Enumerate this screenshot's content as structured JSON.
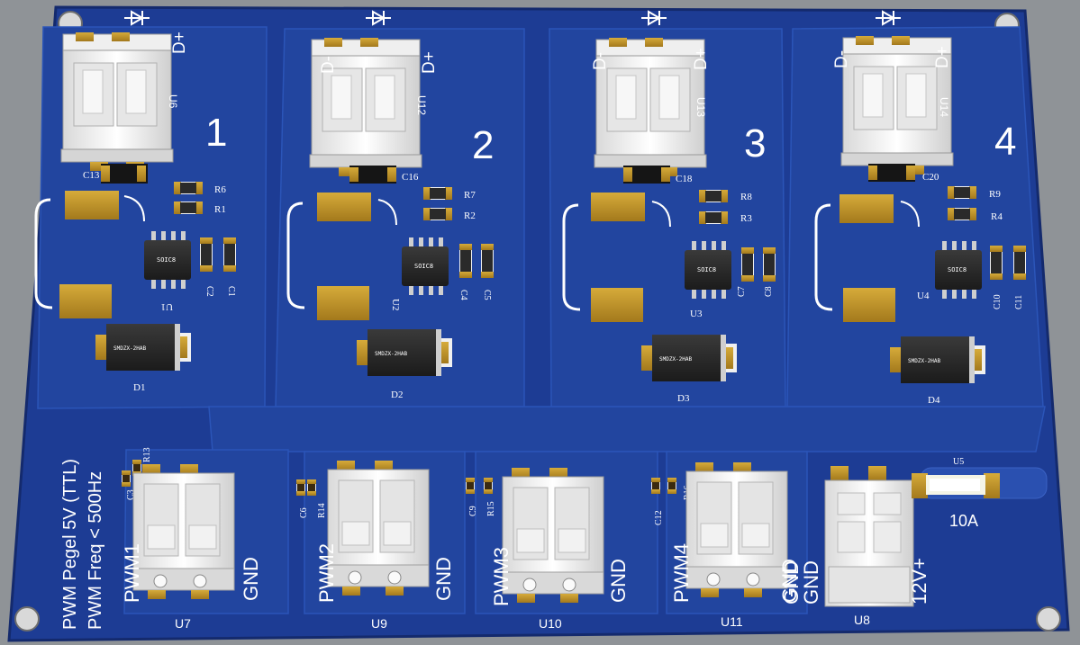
{
  "channels": [
    {
      "number": "1",
      "reg": "U6",
      "dminus": "",
      "dplus": "D+",
      "cap_top": "C13",
      "r_a": "R6",
      "r_b": "R1",
      "ic": "U1",
      "ic_label": "SOIC8",
      "c_a": "C2",
      "c_b": "C1",
      "diode": "D1",
      "diode_mark": "SMDZX-2HAB"
    },
    {
      "number": "2",
      "reg": "U12",
      "dminus": "D-",
      "dplus": "D+",
      "cap_top": "C16",
      "r_a": "R7",
      "r_b": "R2",
      "ic": "U2",
      "ic_label": "SOIC8",
      "c_a": "C4",
      "c_b": "C5",
      "diode": "D2",
      "diode_mark": "SMDZX-2HAB"
    },
    {
      "number": "3",
      "reg": "U13",
      "dminus": "D-",
      "dplus": "D+",
      "cap_top": "C18",
      "r_a": "R8",
      "r_b": "R3",
      "ic": "U3",
      "ic_label": "SOIC8",
      "c_a": "C7",
      "c_b": "C8",
      "diode": "D3",
      "diode_mark": "SMDZX-2HAB"
    },
    {
      "number": "4",
      "reg": "U14",
      "dminus": "D-",
      "dplus": "D+",
      "cap_top": "C20",
      "r_a": "R9",
      "r_b": "R4",
      "ic": "U4",
      "ic_label": "SOIC8",
      "c_a": "C10",
      "c_b": "C11",
      "diode": "D4",
      "diode_mark": "SMDZX-2HAB"
    }
  ],
  "inputs": [
    {
      "pwm": "PWM1",
      "gnd": "GND",
      "ref": "U7",
      "cap": "C3",
      "res": "R13"
    },
    {
      "pwm": "PWM2",
      "gnd": "GND",
      "ref": "U9",
      "cap": "C6",
      "res": "R14"
    },
    {
      "pwm": "PWM3",
      "gnd": "GND",
      "ref": "U10",
      "cap": "C9",
      "res": "R15"
    },
    {
      "pwm": "PWM4",
      "gnd": "GND",
      "ref": "U11",
      "cap": "C12",
      "res": "R16"
    }
  ],
  "power": {
    "ref": "U8",
    "gnd1": "GND",
    "gnd2": "GND",
    "v12": "12V+"
  },
  "fuse": {
    "ref": "U5",
    "rating": "10A"
  },
  "notes": {
    "line1": "PWM Pegel 5V (TTL)",
    "line2": "PWM Freq < 500Hz"
  },
  "colors": {
    "board": "#1d3c94",
    "copper": "#22459f",
    "pad": "#b8902a",
    "silkscreen": "#ffffff"
  }
}
